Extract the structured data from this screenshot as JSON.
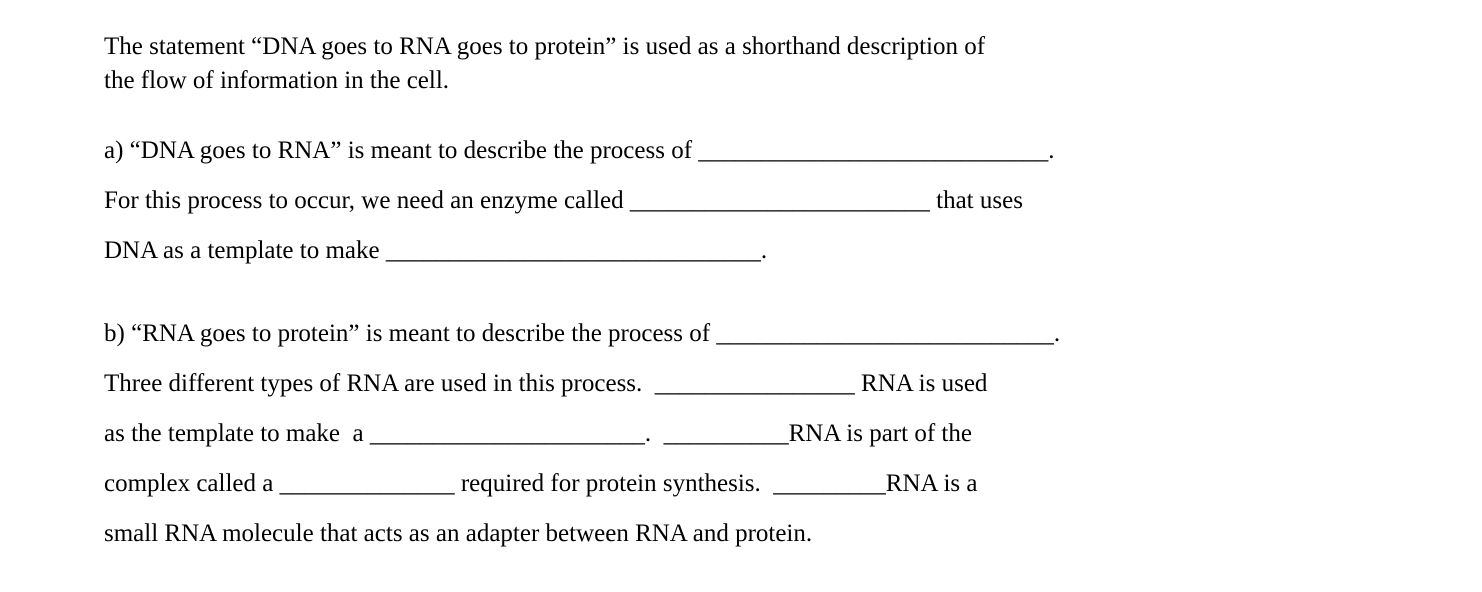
{
  "page": {
    "background_color": "#ffffff",
    "text_color": "#000000"
  },
  "document": {
    "intro": {
      "lines": [
        "The statement “DNA goes to RNA goes to protein” is used as a shorthand description of",
        "the flow of information in the cell."
      ]
    },
    "part_a": {
      "label": "a",
      "lines": [
        "a) “DNA goes to RNA” is meant to describe the process of ____________________________.",
        "For this process to occur, we need an enzyme called ________________________ that uses",
        "DNA as a template to make ______________________________."
      ]
    },
    "part_b": {
      "label": "b",
      "lines": [
        "b) “RNA goes to protein” is meant to describe the process of ___________________________.",
        "Three different types of RNA are used in this process.  ________________ RNA is used",
        "as the template to make  a ______________________.  __________RNA is part of the",
        "complex called a ______________ required for protein synthesis.  _________RNA is a",
        "small RNA molecule that acts as an adapter between RNA and protein."
      ]
    }
  }
}
